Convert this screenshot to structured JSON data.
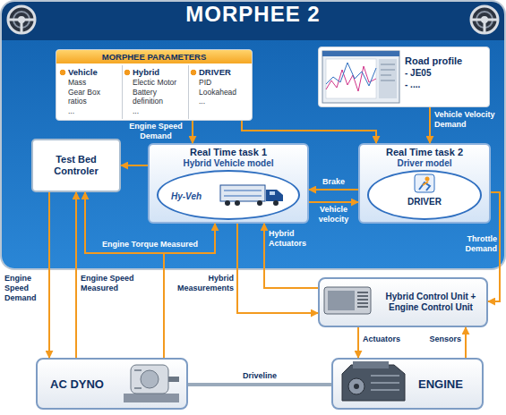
{
  "diagram": {
    "nodes": [
      {
        "text": [
          "MORPHEE 2"
        ]
      },
      {
        "text": [
          "MORPHEE PARAMETERS"
        ],
        "in": 0
      },
      {
        "text": [
          "Vehicle",
          "Mass",
          "Gear Box ratios",
          "..."
        ],
        "in": 1
      },
      {
        "text": [
          "Hybrid",
          "Electic Motor",
          "Battery definition",
          "..."
        ],
        "in": 1
      },
      {
        "text": [
          "DRIVER",
          "PID",
          "Lookahead",
          "..."
        ],
        "in": 1
      },
      {
        "text": [
          "Road profile",
          "- JE05",
          "- ...."
        ],
        "in": 0
      },
      {
        "text": [
          "Test Bed Controler"
        ],
        "in": 0
      },
      {
        "text": [
          "Real Time task 1",
          "Hybrid Vehicle model"
        ],
        "in": 0
      },
      {
        "text": [
          "Hy-Veh"
        ],
        "in": 7
      },
      {
        "text": [
          "Real Time task 2",
          "Driver model"
        ],
        "in": 0
      },
      {
        "text": [
          "DRIVER"
        ],
        "in": 9
      },
      {
        "text": [
          "Hybrid Control Unit + Engine Control Unit"
        ]
      },
      {
        "text": [
          "AC DYNO"
        ]
      },
      {
        "text": [
          "ENGINE"
        ]
      }
    ],
    "edges": [
      {
        "from": 1,
        "to": 7,
        "arrow": "to"
      },
      {
        "from": 1,
        "to": 9,
        "arrow": "to"
      },
      {
        "from": 5,
        "to": 9,
        "label": "Vehicle Velocity Demand",
        "arrow": "to"
      },
      {
        "from": 7,
        "to": 6,
        "label": "Engine Speed Demand",
        "arrow": "to"
      },
      {
        "from": 9,
        "to": 7,
        "label": "Brake",
        "arrow": "to"
      },
      {
        "from": 7,
        "to": 9,
        "label": "Vehicle velocity",
        "arrow": "to"
      },
      {
        "from": 12,
        "to": 6,
        "label": "Engine Torque Measured",
        "arrow": "to"
      },
      {
        "from": 12,
        "to": 7,
        "arrow": "to"
      },
      {
        "from": 11,
        "to": 7,
        "label": "Hybrid Actuators",
        "arrow": "to"
      },
      {
        "from": 7,
        "to": 11,
        "label": "Hybrid Measurements",
        "arrow": "to"
      },
      {
        "from": 9,
        "to": 11,
        "label": "Throttle Demand",
        "arrow": "to"
      },
      {
        "from": 6,
        "to": 12,
        "label": "Engine Speed Demand",
        "arrow": "to"
      },
      {
        "from": 12,
        "to": 6,
        "label": "Engine Speed Measured",
        "arrow": "to"
      },
      {
        "from": 12,
        "to": 13,
        "label": "Driveline",
        "arrow": "none"
      },
      {
        "from": 11,
        "to": 13,
        "label": "Actuators",
        "arrow": "to"
      },
      {
        "from": 13,
        "to": 11,
        "label": "Sensors",
        "arrow": "to"
      }
    ]
  }
}
